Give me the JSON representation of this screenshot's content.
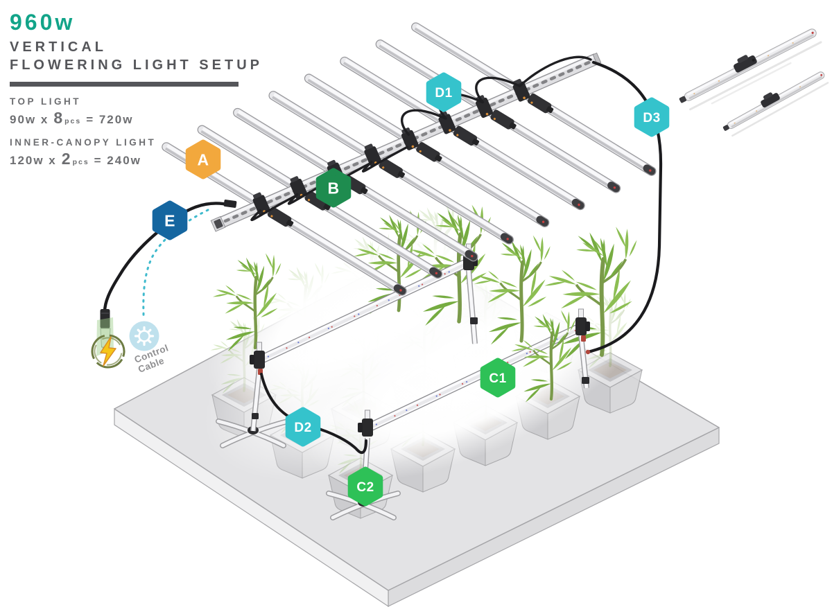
{
  "header": {
    "wattage": "960w",
    "title_line1": "VERTICAL",
    "title_line2": "FLOWERING LIGHT SETUP",
    "specs": [
      {
        "label": "TOP LIGHT",
        "prefix": "90w x",
        "count": "8",
        "unit": "pcs",
        "result": "= 720w"
      },
      {
        "label": "INNER-CANOPY LIGHT",
        "prefix": "120w x",
        "count": "2",
        "unit": "pcs",
        "result": "= 240w"
      }
    ]
  },
  "callouts": {
    "A": "A",
    "B": "B",
    "C1": "C1",
    "C2": "C2",
    "D1": "D1",
    "D2": "D2",
    "D3": "D3",
    "E": "E"
  },
  "annotations": {
    "control_cable": [
      "Control",
      "Cable"
    ]
  },
  "colors": {
    "title_green": "#12A489",
    "title_gray": "#55565A",
    "spec_gray": "#6D6E71",
    "callout_a_orange": "#F2A83D",
    "callout_b_green": "#1E8C4F",
    "callout_c_green": "#2EC157",
    "callout_d_teal": "#35C3CC",
    "callout_e_blue": "#1566A0",
    "control_dash_teal": "#3FBACD",
    "bolt_yellow": "#F5C518"
  }
}
